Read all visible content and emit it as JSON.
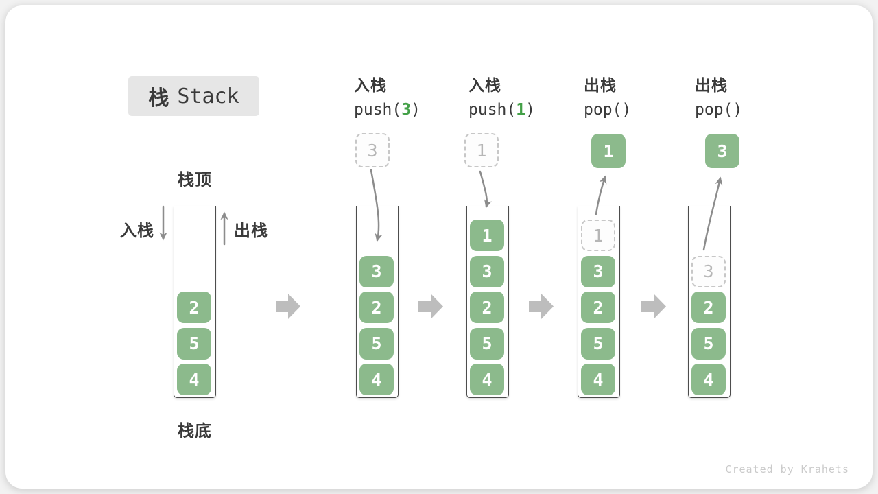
{
  "title": {
    "zh": "栈",
    "en": "Stack"
  },
  "labels": {
    "stack_top": "栈顶",
    "stack_bottom": "栈底",
    "push": "入栈",
    "pop": "出栈"
  },
  "watermark": "Created by Krahets",
  "colors": {
    "cell_green": "#8CBA8C",
    "code_arg_green": "#43A047",
    "arrow_gray": "#8C8C8C",
    "block_arrow_gray": "#BDBDBD",
    "ghost_border_gray": "#C7C7C7",
    "ghost_text_gray": "#B6B6B6",
    "ink": "#3A3A3A",
    "title_bg": "#E6E6E6",
    "watermark_gray": "#CBCBCB"
  },
  "steps": [
    {
      "name": "initial",
      "stack": [
        "2",
        "5",
        "4"
      ]
    },
    {
      "name": "push-3",
      "op": {
        "verb": "入栈",
        "code_pre": "push(",
        "code_arg": "3",
        "code_post": ")"
      },
      "float": {
        "type": "ghost",
        "value": "3"
      },
      "stack": [
        "3",
        "2",
        "5",
        "4"
      ]
    },
    {
      "name": "push-1",
      "op": {
        "verb": "入栈",
        "code_pre": "push(",
        "code_arg": "1",
        "code_post": ")"
      },
      "float": {
        "type": "ghost",
        "value": "1"
      },
      "stack": [
        "1",
        "3",
        "2",
        "5",
        "4"
      ]
    },
    {
      "name": "pop-1",
      "op": {
        "verb": "出栈",
        "code_pre": "pop(",
        "code_arg": "",
        "code_post": ")"
      },
      "float": {
        "type": "solid",
        "value": "1"
      },
      "stack": [
        {
          "v": "1",
          "ghost": true
        },
        "3",
        "2",
        "5",
        "4"
      ]
    },
    {
      "name": "pop-3",
      "op": {
        "verb": "出栈",
        "code_pre": "pop(",
        "code_arg": "",
        "code_post": ")"
      },
      "float": {
        "type": "solid",
        "value": "3"
      },
      "stack": [
        {
          "v": "3",
          "ghost": true
        },
        "2",
        "5",
        "4"
      ]
    }
  ]
}
